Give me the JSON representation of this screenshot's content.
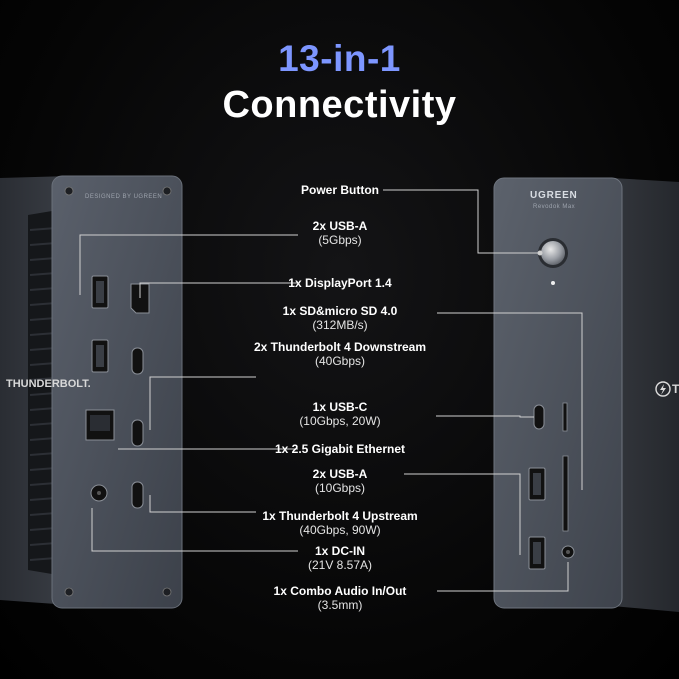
{
  "header": {
    "line1": "13-in-1",
    "line2": "Connectivity"
  },
  "device_left": {
    "engraving": "DESIGNED BY UGREEN",
    "side_text": "THUNDERBOLT."
  },
  "device_right": {
    "brand": "UGREEN",
    "model": "Revodok Max",
    "side_text": "TH"
  },
  "labels": [
    {
      "name": "Power Button",
      "sub": ""
    },
    {
      "name": "2x USB-A",
      "sub": "(5Gbps)"
    },
    {
      "name": "1x DisplayPort 1.4",
      "sub": ""
    },
    {
      "name": "1x SD&micro SD 4.0",
      "sub": "(312MB/s)"
    },
    {
      "name": "2x Thunderbolt 4 Downstream",
      "sub": "(40Gbps)"
    },
    {
      "name": "1x USB-C",
      "sub": "(10Gbps, 20W)"
    },
    {
      "name": "1x 2.5 Gigabit Ethernet",
      "sub": ""
    },
    {
      "name": "2x USB-A",
      "sub": "(10Gbps)"
    },
    {
      "name": "1x Thunderbolt 4 Upstream",
      "sub": "(40Gbps, 90W)"
    },
    {
      "name": "1x DC-IN",
      "sub": "(21V 8.57A)"
    },
    {
      "name": "1x Combo Audio In/Out",
      "sub": "(3.5mm)"
    }
  ]
}
